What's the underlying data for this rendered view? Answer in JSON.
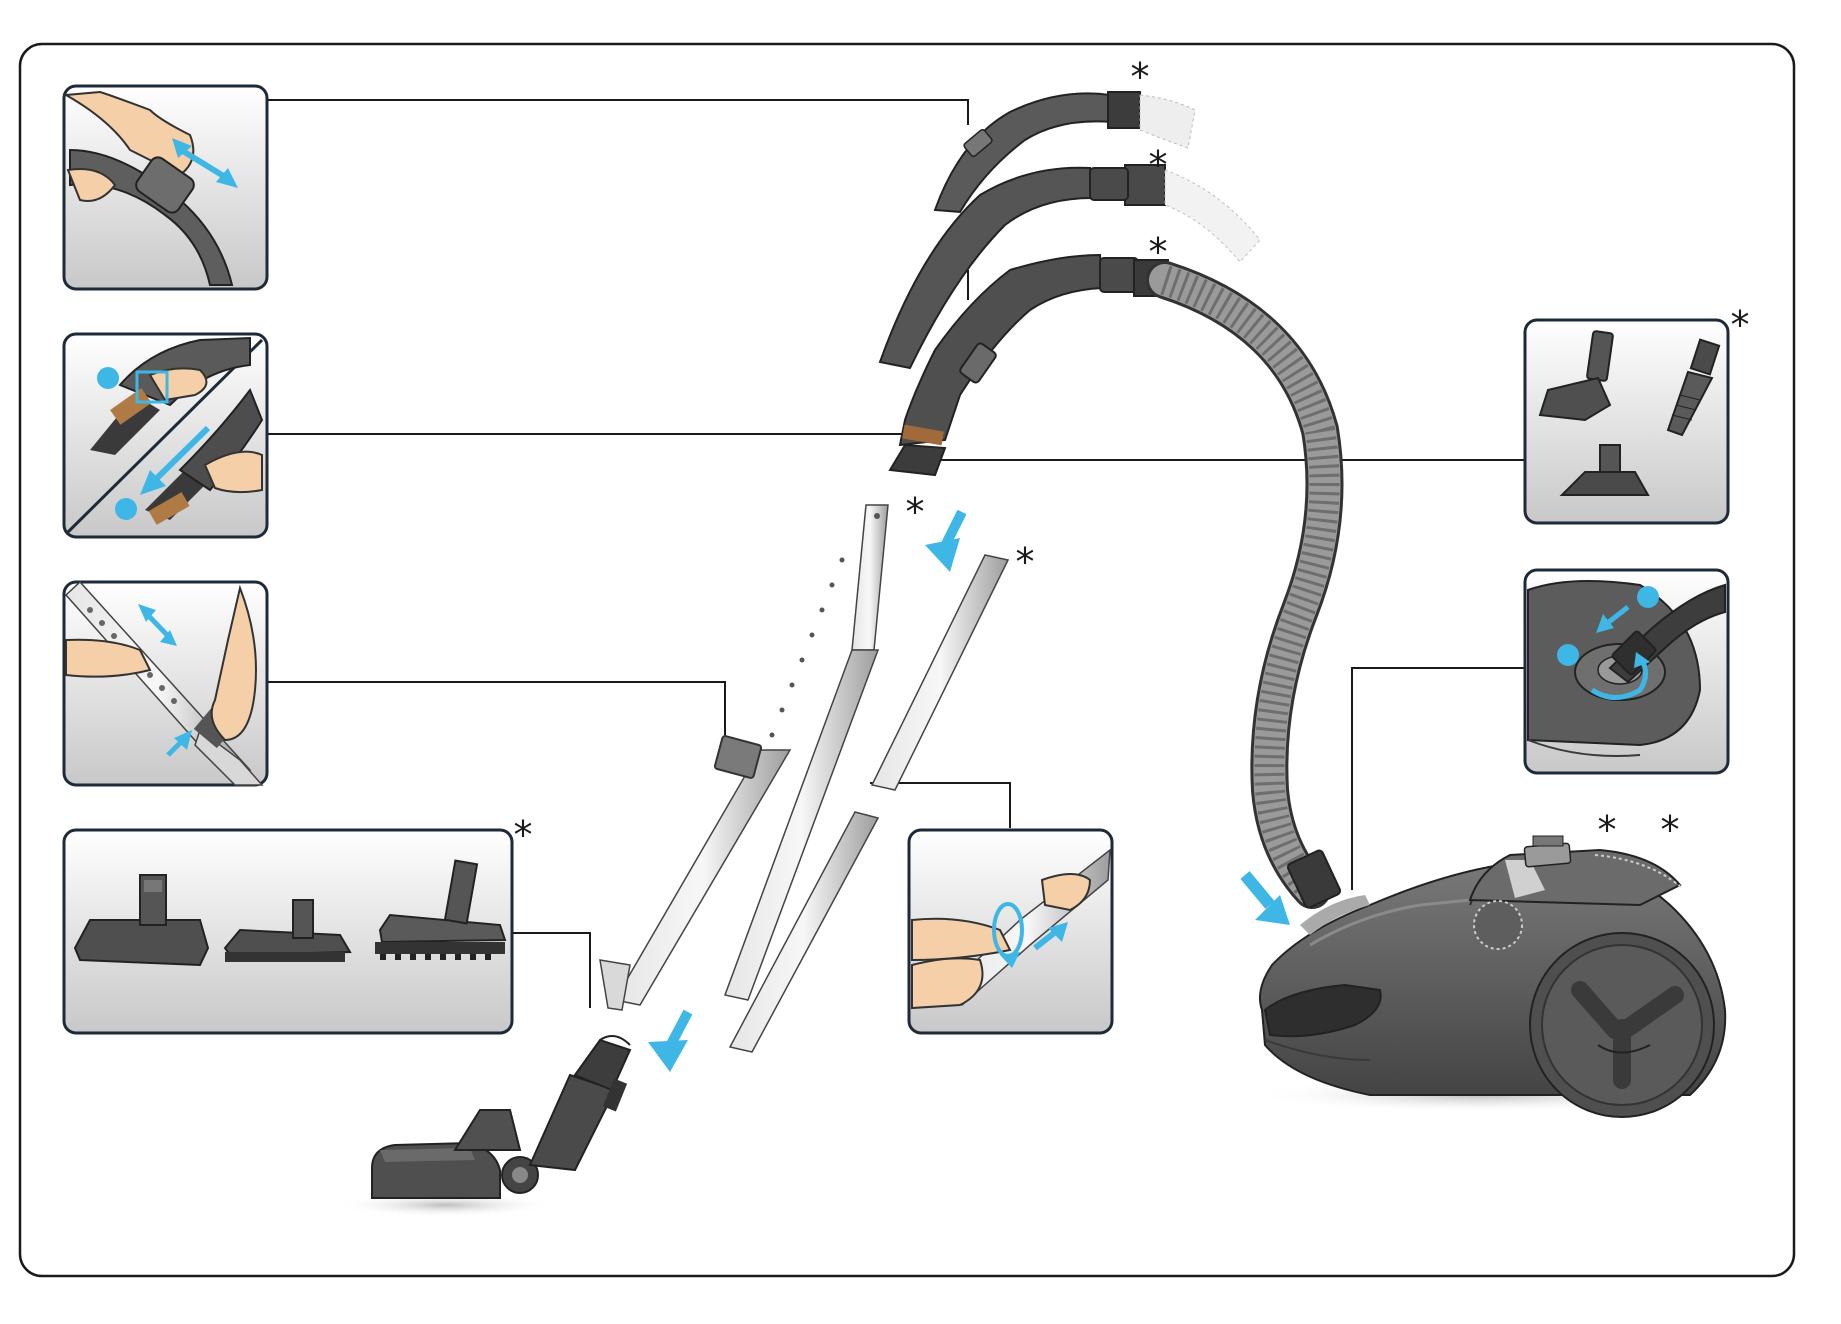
{
  "diagram": {
    "optional_marker": "*",
    "accent_color": "#3fb7e6",
    "metal_color": "#c9c9c9",
    "body_color": "#5b5b5b",
    "panels": [
      {
        "id": "handle-slider",
        "icon": "double-arrow-icon"
      },
      {
        "id": "brush-nozzle",
        "icon": "press-and-slide-icon"
      },
      {
        "id": "telescopic-tube",
        "icon": "length-adjust-icon"
      },
      {
        "id": "floor-nozzles",
        "icon": "floor-nozzle-icon",
        "optional": true
      },
      {
        "id": "tube-joining",
        "icon": "twist-icon"
      },
      {
        "id": "small-nozzles",
        "icon": "crevice-tool-icon",
        "optional": true
      },
      {
        "id": "hose-connection",
        "icon": "rotate-lock-icon"
      }
    ]
  }
}
